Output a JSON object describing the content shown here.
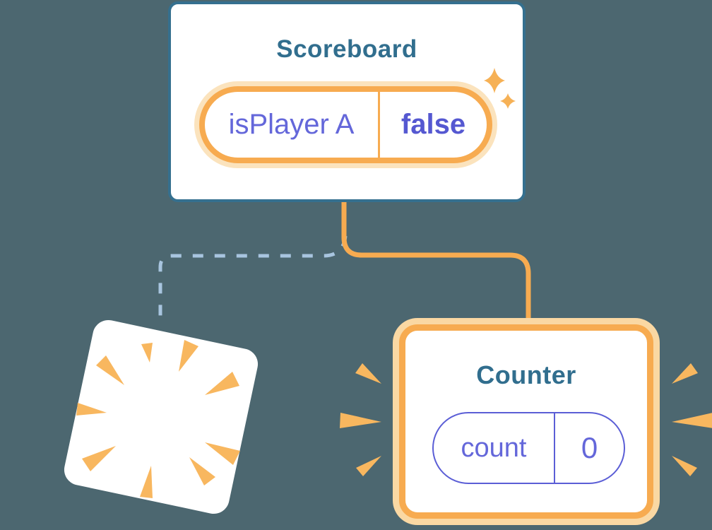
{
  "scoreboard": {
    "title": "Scoreboard",
    "state": {
      "label": "isPlayer A",
      "value": "false"
    }
  },
  "counter": {
    "title": "Counter",
    "state": {
      "label": "count",
      "value": "0"
    }
  },
  "icons": {
    "sparkle_icon": "two four-point stars marking preserved state",
    "burst_icon": "radial orange burst on destroyed card",
    "emphasis_wedges": "orange appear-flash wedges flanking new Counter card"
  },
  "connectors": {
    "created_link": "solid orange elbow from Scoreboard to Counter",
    "destroyed_link": "dashed blue elbow from Scoreboard to destroyed card"
  },
  "colors": {
    "background": "#4C6770",
    "card_border": "#35708F",
    "title_teal": "#316E8E",
    "orange": "#F7AB50",
    "orange_pale": "#FBE3BD",
    "counter_ring": "#FAD8A3",
    "wedge": "#F8B75F",
    "sparkle": "#F6B156",
    "label_purple": "#6467DA",
    "value_purple": "#5558D1",
    "pill_border": "#5B5ED6",
    "dash_blue": "#A8C5DF"
  }
}
